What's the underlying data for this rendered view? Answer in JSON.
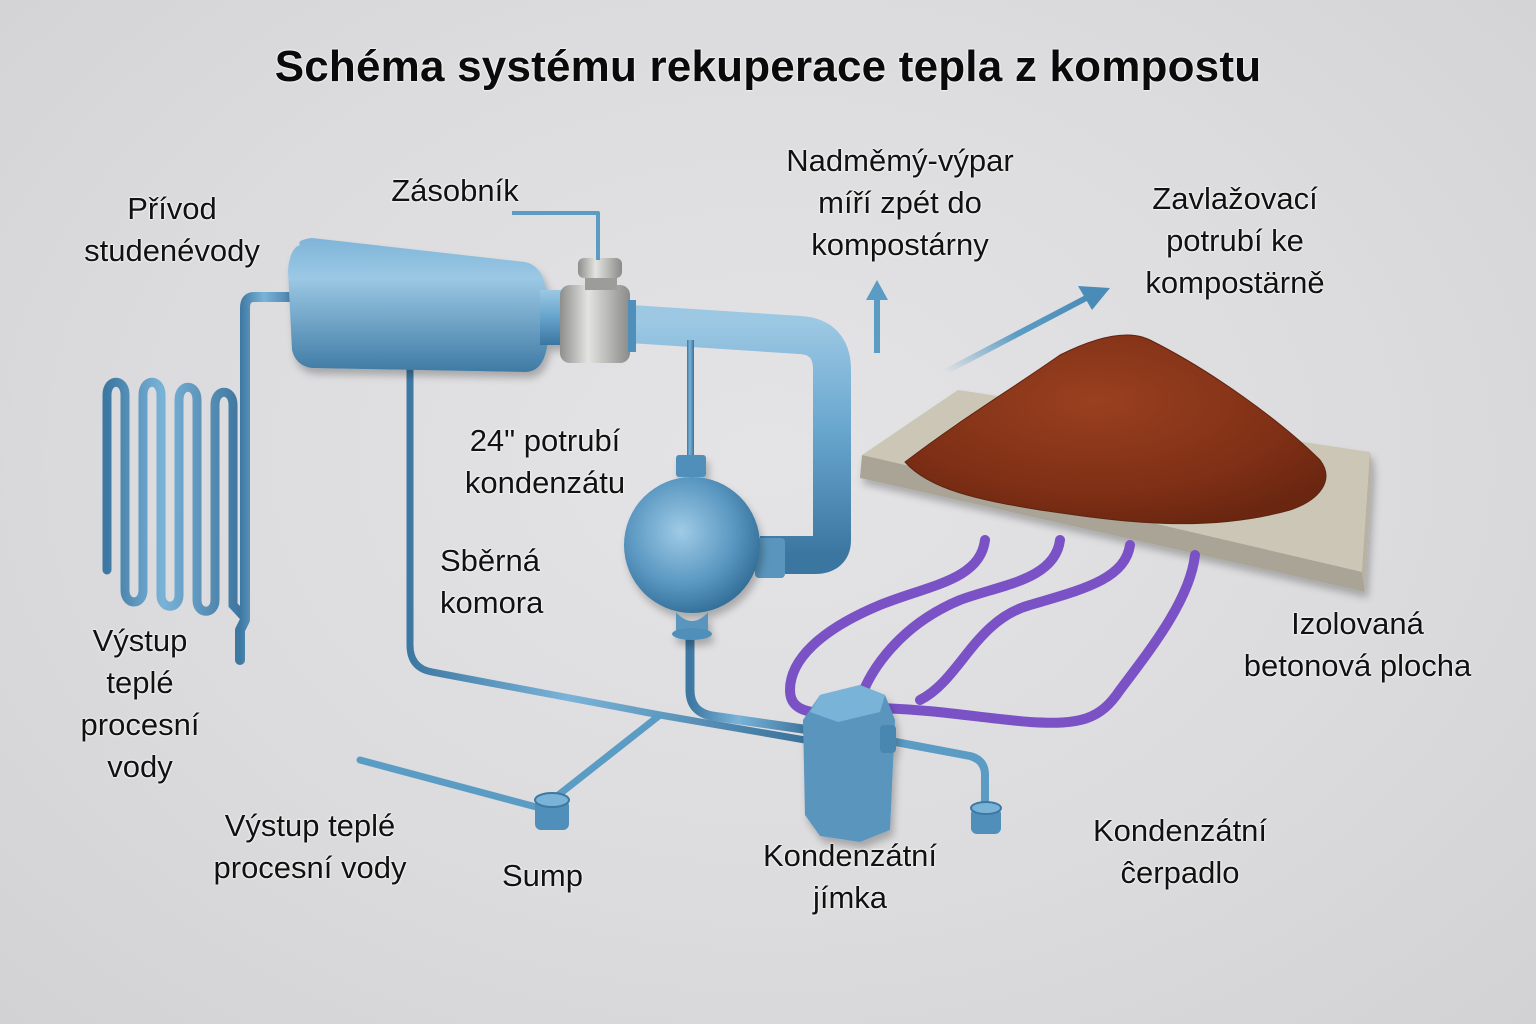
{
  "title": "Schéma systému rekuperace tepla z kompostu",
  "colors": {
    "pipe": "#5b9cc4",
    "pipe_dark": "#3d7aa3",
    "valve": "#b9b9b6",
    "distribution_pipe": "#7a4fc4",
    "compost": "#8a3518",
    "concrete": "#c9c4b4",
    "background": "#dcdcde"
  },
  "labels": {
    "privod": [
      "Přívod",
      "studenévody"
    ],
    "zasobnik": [
      "Zásobník"
    ],
    "vypar": [
      "Nadměmý-výpar",
      "míří zpét do",
      "kompostárny"
    ],
    "zavlazovaci": [
      "Zavlažovací",
      "potrubí ke",
      "kompostärně"
    ],
    "potrubi": [
      "24\" potrubí",
      "kondenzátu"
    ],
    "sberna": [
      "Sběrná",
      "komora"
    ],
    "vystup_left": [
      "Výstup",
      "teplé",
      "procesní",
      "vody"
    ],
    "vystup_bottom": [
      "Výstup teplé",
      "procesní  vody"
    ],
    "sump": [
      "Sump"
    ],
    "jimka": [
      "Kondenzátní",
      "jímka"
    ],
    "cerpadlo": [
      "Kondenzátní",
      "ĉerpadlo"
    ],
    "plocha": [
      "Izolovaná",
      "betonová plocha"
    ]
  }
}
